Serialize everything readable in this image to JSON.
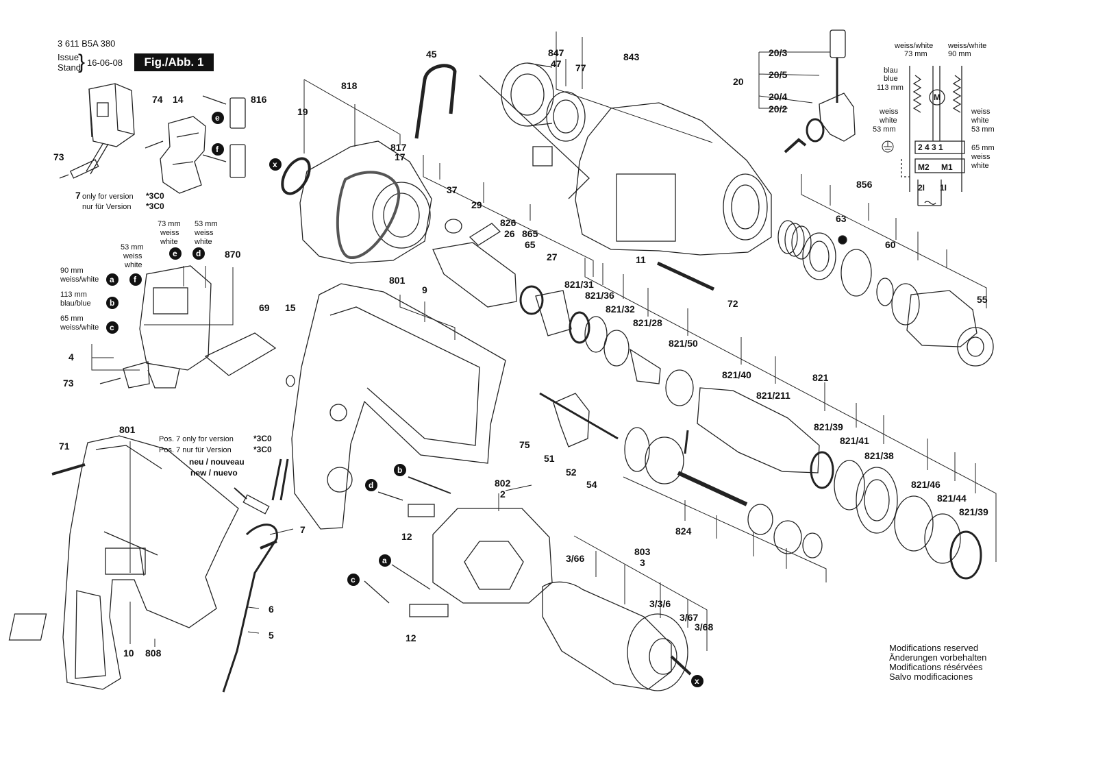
{
  "header": {
    "doc_number": "3 611 B5A 380",
    "issue_label_1": "Issue",
    "issue_label_2": "Stand",
    "issue_date": "16-06-08",
    "fig_badge": "Fig./Abb. 1"
  },
  "footer_notes": [
    "Modifications reserved",
    "Änderungen vorbehalten",
    "Modifications résérvées",
    "Salvo modificaciones"
  ],
  "parts": [
    "73",
    "74",
    "14",
    "816",
    "7",
    "19",
    "818",
    "817",
    "17",
    "45",
    "847",
    "47",
    "77",
    "843",
    "20/3",
    "20/5",
    "20/4",
    "20/2",
    "20",
    "37",
    "29",
    "826",
    "26",
    "865",
    "65",
    "27",
    "63",
    "856",
    "60",
    "55",
    "11",
    "72",
    "870",
    "69",
    "15",
    "4",
    "801",
    "9",
    "821/31",
    "821/36",
    "821/32",
    "821/28",
    "821/50",
    "821/40",
    "821/211",
    "821",
    "821/39",
    "821/41",
    "821/38",
    "821/46",
    "821/44",
    "75",
    "51",
    "52",
    "54",
    "824",
    "802",
    "2",
    "12",
    "803",
    "3",
    "3/66",
    "3/3/6",
    "3/67",
    "3/68",
    "71",
    "6",
    "5",
    "10",
    "808"
  ],
  "part_refs": {
    "p73a": "73",
    "p74": "74",
    "p14": "14",
    "p816": "816",
    "p7a": "7",
    "p19": "19",
    "p818": "818",
    "p817": "817",
    "p17": "17",
    "p45": "45",
    "p847": "847",
    "p47": "47",
    "p77": "77",
    "p843": "843",
    "p20_3": "20/3",
    "p20_5": "20/5",
    "p20_4": "20/4",
    "p20_2": "20/2",
    "p20": "20",
    "p37": "37",
    "p29": "29",
    "p826": "826",
    "p26": "26",
    "p865": "865",
    "p65": "65",
    "p27": "27",
    "p63": "63",
    "p856": "856",
    "p60": "60",
    "p55": "55",
    "p11": "11",
    "p72": "72",
    "p870": "870",
    "p69": "69",
    "p15": "15",
    "p4": "4",
    "p73b": "73",
    "p801a": "801",
    "p9": "9",
    "p821_31": "821/31",
    "p821_36": "821/36",
    "p821_32": "821/32",
    "p821_28": "821/28",
    "p821_50": "821/50",
    "p821_40": "821/40",
    "p821_211": "821/211",
    "p821": "821",
    "p821_39a": "821/39",
    "p821_41": "821/41",
    "p821_38": "821/38",
    "p821_46": "821/46",
    "p821_44": "821/44",
    "p821_39b": "821/39",
    "p75": "75",
    "p51": "51",
    "p52": "52",
    "p54": "54",
    "p824": "824",
    "p802": "802",
    "p2": "2",
    "p12a": "12",
    "p12b": "12",
    "p803": "803",
    "p3": "3",
    "p3_66": "3/66",
    "p3_3_6": "3/3/6",
    "p3_67": "3/67",
    "p3_68": "3/68",
    "p71": "71",
    "p801b": "801",
    "p7b": "7",
    "p6": "6",
    "p5": "5",
    "p10": "10",
    "p808": "808"
  },
  "notes": {
    "version_en": "only for version",
    "version_de": "nur für Version",
    "version_code": "*3C0",
    "pos7_en": "Pos. 7 only for version",
    "pos7_de": "Pos. 7 nur für Version",
    "new_1": "neu / nouveau",
    "new_2": "new / nuevo"
  },
  "wire_labels": {
    "w73_a": "73 mm",
    "w73_b": "weiss",
    "w73_c": "white",
    "w53_a": "53 mm",
    "w53_b": "weiss",
    "w53_c": "white",
    "w53l_a": "53 mm",
    "w53l_b": "weiss",
    "w53l_c": "white",
    "w90": "90 mm",
    "w90_b": "weiss/white",
    "w113": "113 mm",
    "w113_b": "blau/blue",
    "w65": "65 mm",
    "w65_b": "weiss/white"
  },
  "schematic": {
    "ww73_a": "weiss/white",
    "ww73_b": "73 mm",
    "ww90_a": "weiss/white",
    "ww90_b": "90 mm",
    "blau": "blau",
    "blue": "blue",
    "mm113": "113 mm",
    "weiss_l": "weiss",
    "white_l": "white",
    "mm53_l": "53 mm",
    "weiss_r": "weiss",
    "white_r": "white",
    "mm53_r": "53 mm",
    "mm65": "65 mm",
    "weiss65": "weiss",
    "white65": "white",
    "terminals": "2 4 3 1",
    "m2": "M2",
    "m1": "M1",
    "i2": "2I",
    "i1": "1I",
    "motor": "M"
  },
  "callouts": {
    "a": "a",
    "b": "b",
    "c": "c",
    "d": "d",
    "e": "e",
    "f": "f",
    "x": "x"
  }
}
